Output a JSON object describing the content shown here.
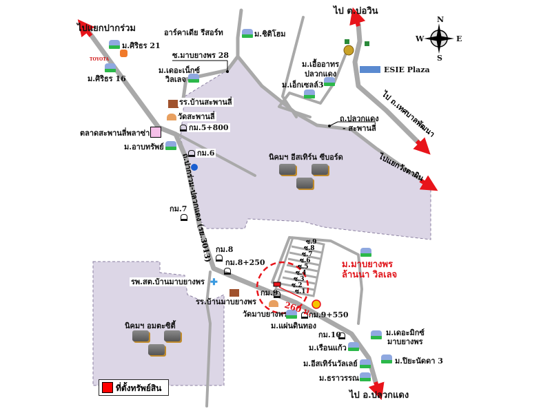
{
  "colors": {
    "zone": "#dcd6e6",
    "road": "#a9a9a9",
    "arrow": "#e8141a",
    "accent": "#e0141a"
  },
  "directions": {
    "to_pak_ruam": "ไปแยกปากร่วม",
    "to_bo_win": "ไป ต.บ่อวิน",
    "to_thetsaban": "ไป ถ.เทศบาลพัฒนา",
    "to_wang_ta_phin": "ไปแยกวังตาผิน",
    "to_pluak_daeng": "ไป อ.ปลวกแดง"
  },
  "compass": {
    "n": "N",
    "s": "S",
    "e": "E",
    "w": "W"
  },
  "roads": {
    "soi_mabyangporn_28": "ซ.มาบยางพร 28",
    "pluak_daeng_saphan_li_1": "ถ.ปลวกแดง",
    "pluak_daeng_saphan_li_2": "- สะพานลี่",
    "main_road": "ถ.ปากร่วม-ปลวกแดง (รย.3013)"
  },
  "places": {
    "siriporn_21": "ม.ศิริธร 21",
    "siriporn_16": "ม.ศิริธร 16",
    "arcadia": "อาร์คาเดีย รีสอร์ท",
    "chiti_home": "ม.ชิติโฮม",
    "the_next_1": "ม.เดอะเน็กซ์",
    "the_next_2": "วิลเลจ",
    "school_saphan_li": "รร.บ้านสะพานลี่",
    "wat_saphan_li": "วัดสะพานลี่",
    "market": "ตลาดสะพานลี่พลาซ่า",
    "arbsap": "ม.อาบทรัพย์",
    "eua_arthorn_1": "ม.เอื้ออาทร",
    "eua_arthorn_2": "ปลวกแดง",
    "excel_3": "ม.เอ็กเซลล์3",
    "esie": "ESIE Plaza",
    "eastern_seaboard": "นิคมฯ อีสเทิร์น ซีบอร์ด",
    "amata": "นิคมฯ อมตะซิตี้",
    "hospital": "รพ.สต.บ้านมาบยางพร",
    "school_mabyangporn": "รร.บ้านมาบยางพร",
    "wat_mabyangporn": "วัดมาบยางพร",
    "paen_din_thong": "ม.แผ่นดินทอง",
    "mabyangporn_lanna_1": "ม.มาบยางพร",
    "mabyangporn_lanna_2": "ล้านนา วิลเลจ",
    "the_mix_1": "ม.เดอะมิกซ์",
    "the_mix_2": "มาบยางพร",
    "ruen_kaew": "ม.เรือนแก้ว",
    "piyanudda_3": "ม.ปิยะนัดดา 3",
    "eastern_valley": "ม.อีสเทิร์นวัลเลย์",
    "thanawan": "ม.ธราวรรณ"
  },
  "km_markers": [
    "กม.5+800",
    "กม.6",
    "กม.7",
    "กม.8",
    "กม.8+250",
    "กม.9",
    "กม.9+550",
    "กม.10"
  ],
  "sois": [
    "ซ.9",
    "ซ.8",
    "ซ.7",
    "ซ.6",
    "ซ.5",
    "ซ.4",
    "ซ.3",
    "ซ.2",
    "ซ.1"
  ],
  "distance": "260 ม.",
  "logos": {
    "toyota": "TOYOTA"
  },
  "legend": {
    "label": "ที่ตั้งทรัพย์สิน"
  }
}
